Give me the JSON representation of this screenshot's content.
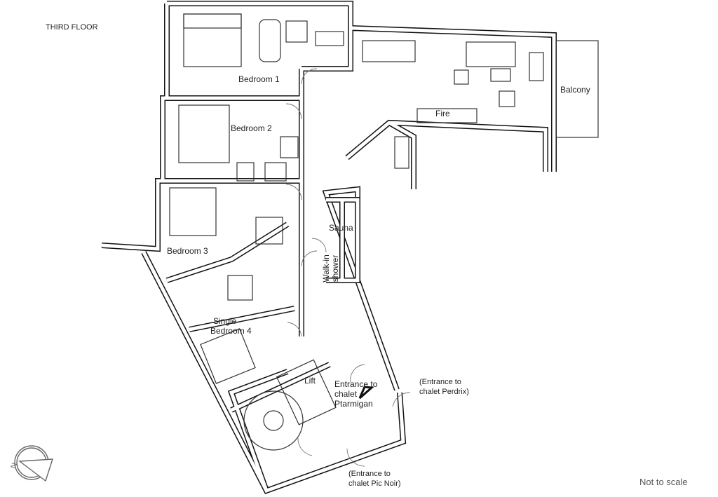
{
  "title": "THIRD FLOOR",
  "rooms": {
    "bedroom1": "Bedroom 1",
    "bedroom2": "Bedroom 2",
    "bedroom3": "Bedroom 3",
    "bedroom4_line1": "Single",
    "bedroom4_line2": "Bedroom 4",
    "lift": "Lift",
    "fire": "Fire",
    "balcony": "Balcony",
    "sauna": "Sauna",
    "walkin_line1": "Walk-in",
    "walkin_line2": "shower"
  },
  "entrances": {
    "ptarmigan": [
      "Entrance to",
      "chalet",
      "Ptarmigan"
    ],
    "perdrix": [
      "(Entrance to",
      "chalet Perdrix)"
    ],
    "picnoir": [
      "(Entrance to",
      "chalet Pic Noir)"
    ]
  },
  "note": "Not to scale",
  "compass": "N"
}
